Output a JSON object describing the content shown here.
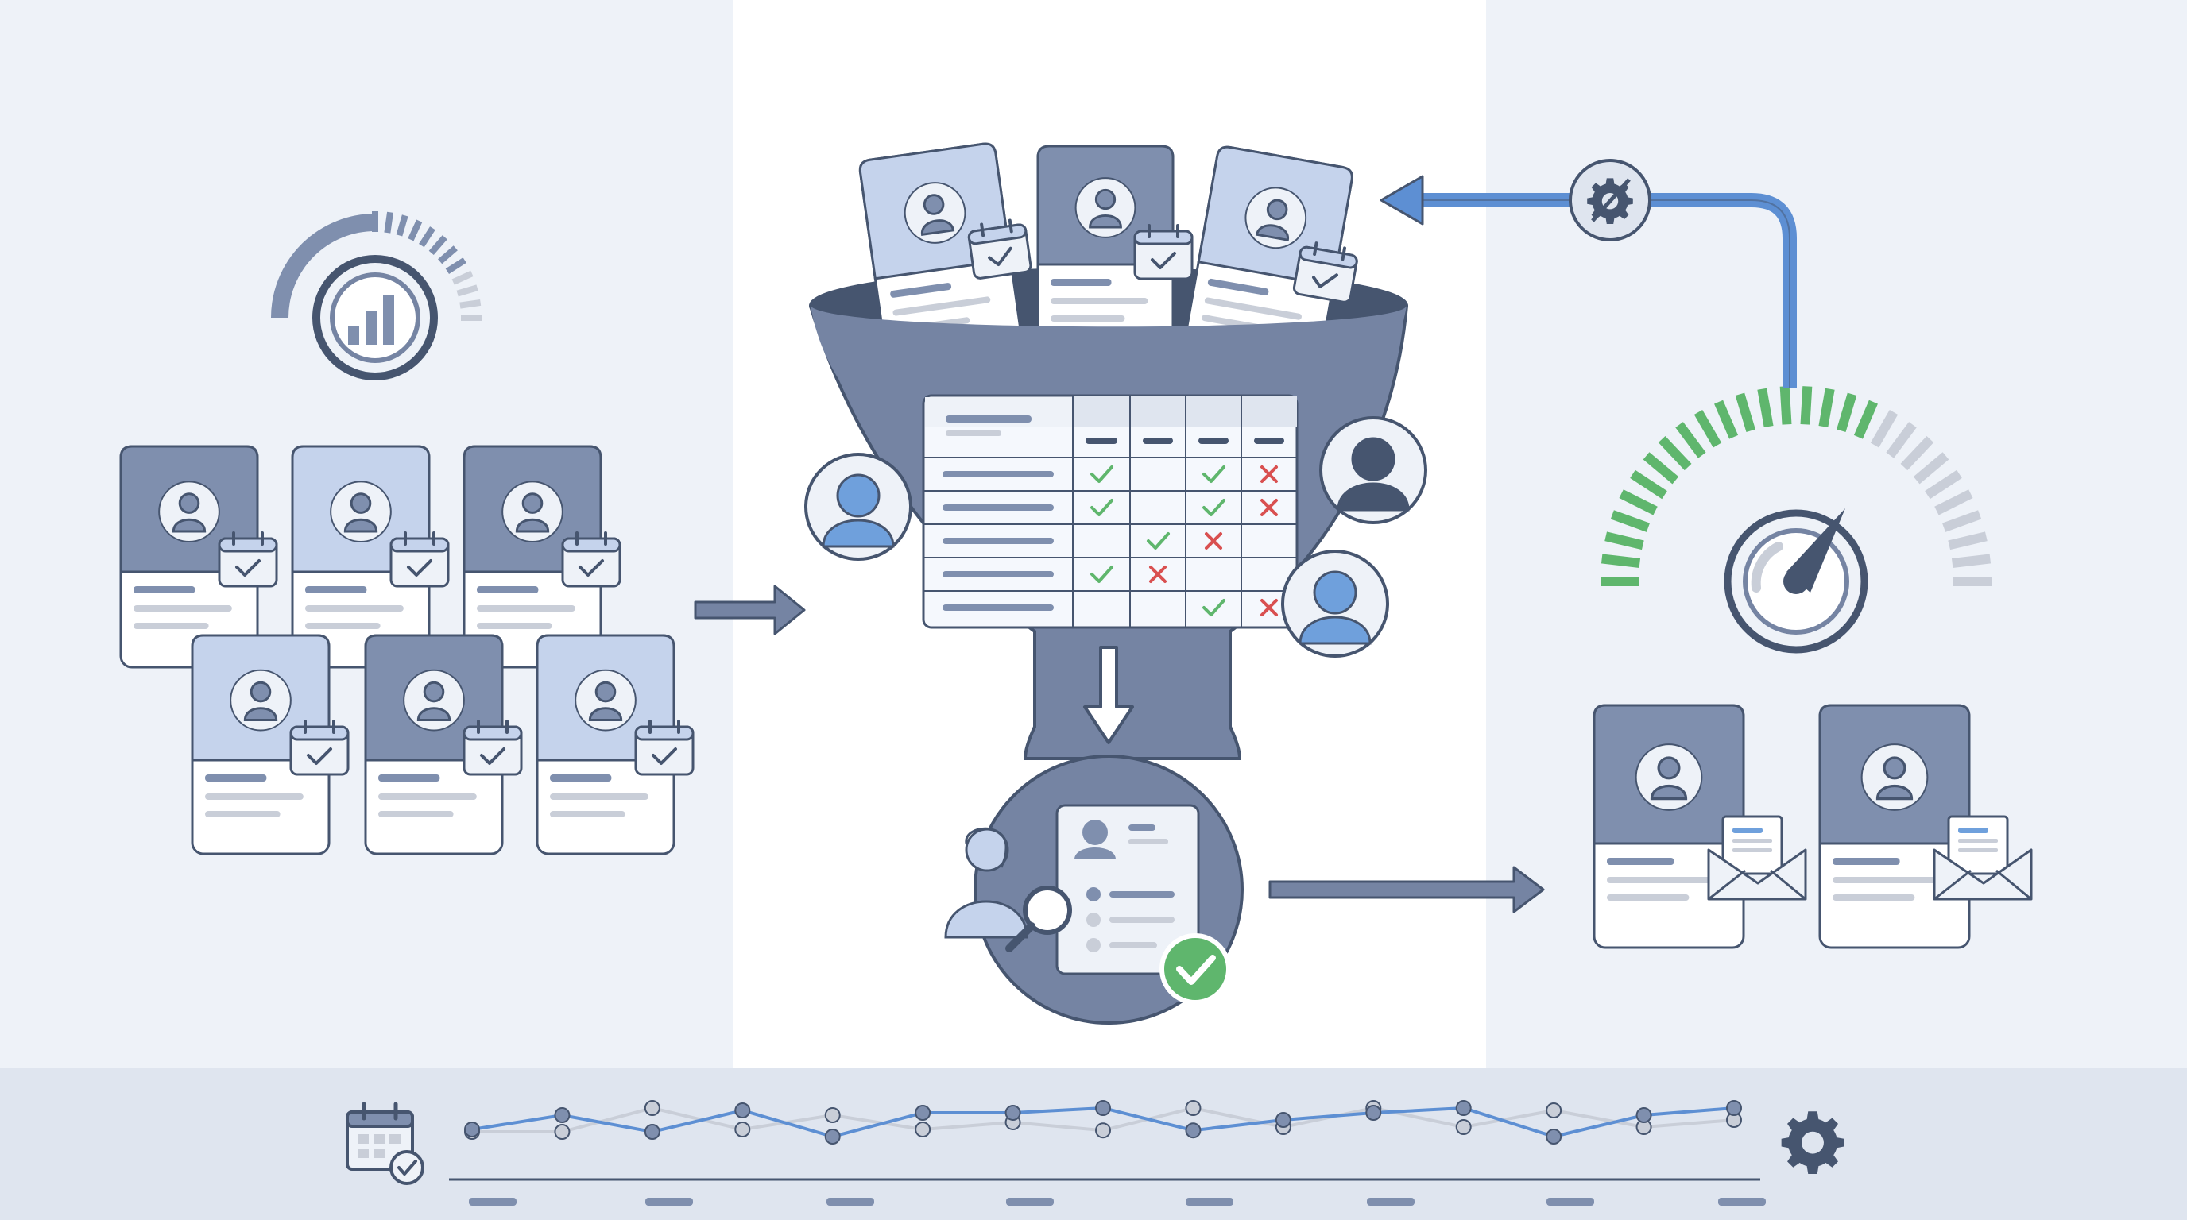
{
  "colors": {
    "bg_left": "#eef2f8",
    "bg_center": "#ffffff",
    "bg_right": "#eef2f8",
    "bg_bottom": "#dfe5ef",
    "ink": "#46556f",
    "funnel": "#7584a3",
    "card_dark": "#7f8fae",
    "card_light": "#c5d3ec",
    "blue": "#6fa0dc",
    "arrow_blue": "#5d8fd3",
    "green": "#5fb66d",
    "red": "#d95050",
    "gray": "#c9ced8"
  },
  "icons": {
    "source_gauge": "bar-chart-gauge-icon",
    "calendar": "calendar-check-icon",
    "settings": "gear-icon",
    "feedback": "gear-slash-icon",
    "recruiter": "recruiter-search-icon",
    "approved": "checkmark-badge-icon",
    "envelope": "envelope-icon",
    "speedometer": "speedometer-icon"
  },
  "screening_matrix": {
    "rows": [
      [
        "check",
        "none",
        "check",
        "cross"
      ],
      [
        "check",
        "none",
        "check",
        "cross"
      ],
      [
        "none",
        "check",
        "cross",
        "none"
      ],
      [
        "check",
        "cross",
        "none",
        "none"
      ],
      [
        "none",
        "none",
        "check",
        "cross"
      ]
    ]
  },
  "speedometer": {
    "filled_fraction": 0.65
  },
  "source_gauge": {
    "filled_fraction": 0.55
  },
  "timeline": {
    "series_a": [
      0.5,
      0.8,
      0.45,
      0.9,
      0.35,
      0.85,
      0.85,
      0.95,
      0.48,
      0.7,
      0.85,
      0.95,
      0.35,
      0.8,
      0.95
    ],
    "series_b": [
      0.45,
      0.45,
      0.95,
      0.5,
      0.8,
      0.5,
      0.65,
      0.48,
      0.95,
      0.55,
      0.95,
      0.55,
      0.9,
      0.55,
      0.7
    ]
  }
}
